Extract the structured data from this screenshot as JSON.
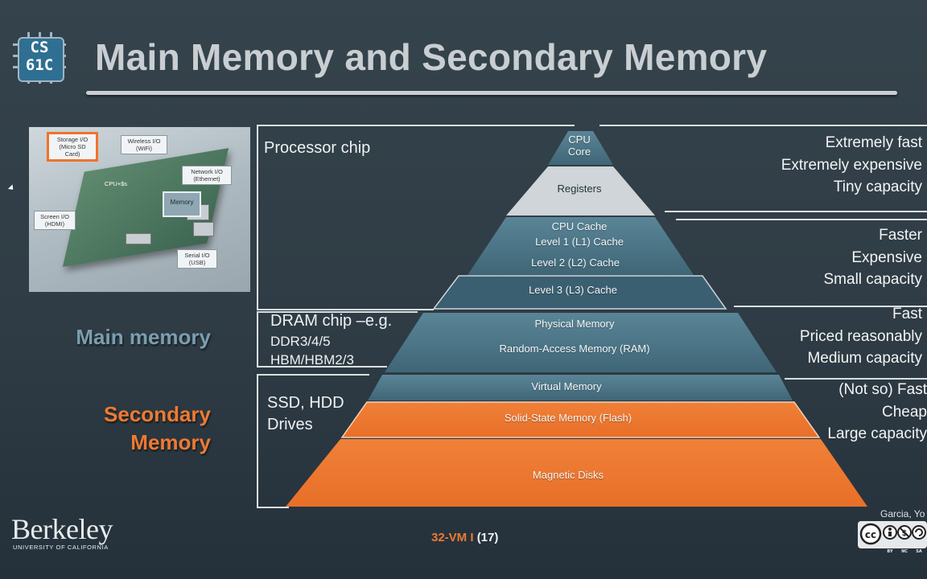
{
  "title": "Main Memory and Secondary Memory",
  "logo": {
    "line1": "CS",
    "line2": "61C"
  },
  "board_labels": {
    "storage": "Storage I/O (Micro SD Card)",
    "wireless": "Wireless I/O (WiFi)",
    "network": "Network I/O (Ethernet)",
    "cpu": "CPU+$s",
    "memory": "Memory",
    "screen": "Screen I/O (HDMI)",
    "serial": "Serial I/O (USB)"
  },
  "left_labels": {
    "processor_chip": "Processor chip",
    "dram_line1": "DRAM chip –e.g.",
    "dram_line2": "DDR3/4/5",
    "dram_line3": "HBM/HBM2/3",
    "ssd_line1": "SSD, HDD",
    "ssd_line2": "Drives"
  },
  "category_labels": {
    "main_memory": "Main memory",
    "secondary_line1": "Secondary",
    "secondary_line2": "Memory"
  },
  "pyramid": {
    "cpu_line1": "CPU",
    "cpu_line2": "Core",
    "registers": "Registers",
    "cpu_cache": "CPU Cache",
    "l1": "Level 1 (L1) Cache",
    "l2": "Level 2 (L2) Cache",
    "l3": "Level 3 (L3) Cache",
    "physical": "Physical Memory",
    "ram": "Random-Access Memory (RAM)",
    "virtual": "Virtual Memory",
    "ssd": "Solid-State Memory (Flash)",
    "disk": "Magnetic Disks"
  },
  "right_labels": {
    "g1": [
      "Extremely fast",
      "Extremely expensive",
      "Tiny capacity"
    ],
    "g2": [
      "Faster",
      "Expensive",
      "Small capacity"
    ],
    "g3": [
      "Fast",
      "Priced reasonably",
      "Medium capacity"
    ],
    "g4": [
      "(Not so) Fast",
      "Cheap",
      "Large capacity"
    ]
  },
  "footer": {
    "institution": "Berkeley",
    "institution_sub": "UNIVERSITY OF CALIFORNIA",
    "slide_prefix": "32-VM I",
    "slide_number": "(17)",
    "author": "Garcia, Yo",
    "license": [
      "BY",
      "NC",
      "SA"
    ]
  },
  "colors": {
    "teal": "#4d7b8f",
    "dark_teal": "#3a5f70",
    "orange": "#ee7a32",
    "light_gray": "#cfd5d8",
    "main_memory_label": "#7b9eaf",
    "secondary_label": "#ee7a32"
  }
}
